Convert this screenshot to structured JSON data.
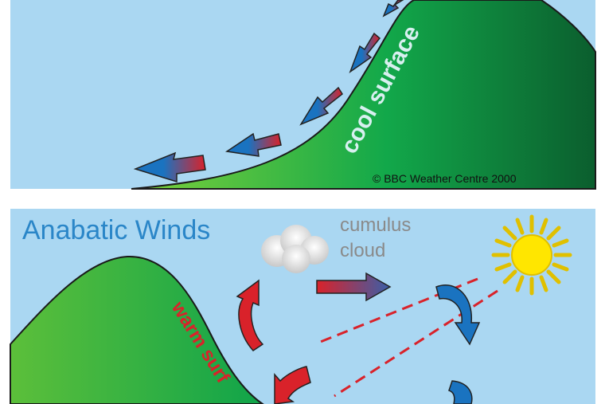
{
  "katabatic_panel": {
    "surface_label": "cool surface",
    "copyright": "© BBC Weather Centre 2000"
  },
  "anabatic_panel": {
    "title": "Anabatic Winds",
    "cloud_label_line1": "cumulus",
    "cloud_label_line2": "cloud",
    "surface_label": "warm surf"
  },
  "colors": {
    "sky": "#aad7f2",
    "hill_light": "#6cc83a",
    "hill_dark": "#0b5e2e",
    "arrow_blue": "#1a73c0",
    "arrow_red": "#d9222a",
    "title_blue": "#2a86c8",
    "sun": "#ffe600"
  }
}
